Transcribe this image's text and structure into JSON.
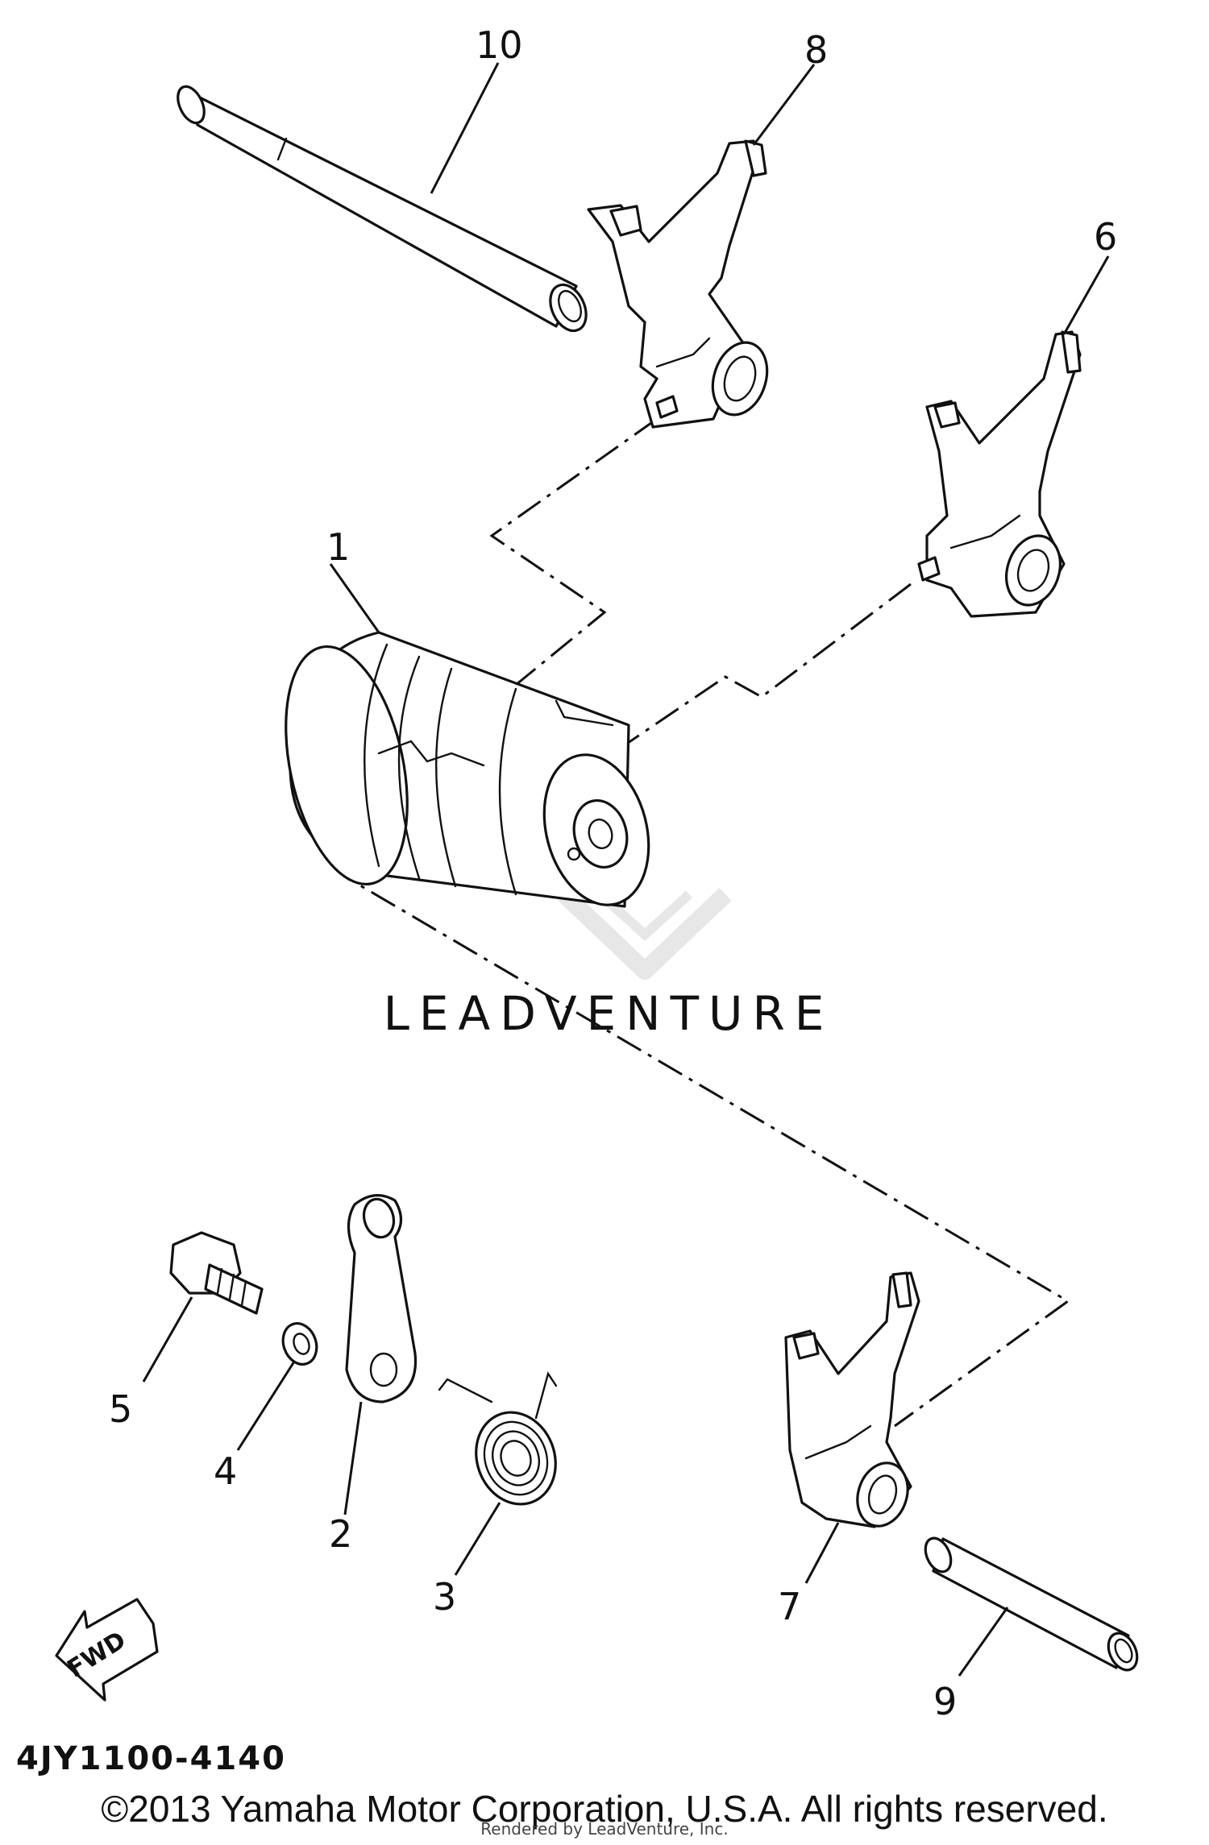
{
  "diagram": {
    "callouts": [
      "1",
      "2",
      "3",
      "4",
      "5",
      "6",
      "7",
      "8",
      "9",
      "10"
    ],
    "arrow_label": "FWD",
    "drawing_number": "4JY1100-4140",
    "watermark": "LEADVENTURE",
    "copyright": "©2013 Yamaha Motor Corporation, U.S.A. All rights reserved.",
    "rendered_by": "Rendered by LeadVenture, Inc."
  }
}
